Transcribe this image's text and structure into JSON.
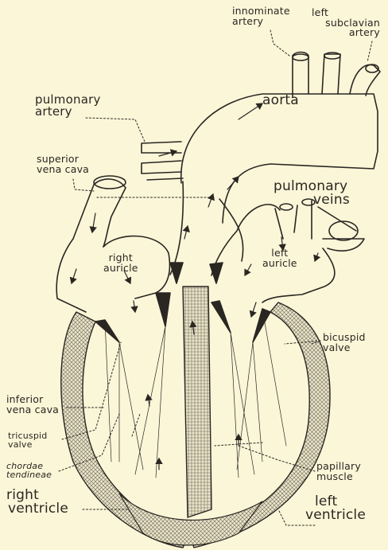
{
  "labels": {
    "innominate_artery": [
      "innominate",
      "artery"
    ],
    "left_subclavian_artery": [
      "left",
      "subclavian",
      "artery"
    ],
    "aorta": "aorta",
    "pulmonary_artery": [
      "pulmonary",
      "artery"
    ],
    "superior_vena_cava": [
      "superior",
      "vena cava"
    ],
    "pulmonary_veins": [
      "pulmonary",
      "veins"
    ],
    "left_auricle": [
      "left",
      "auricle"
    ],
    "right_auricle": [
      "right",
      "auricle"
    ],
    "bicuspid_valve": [
      "bicuspid",
      "valve"
    ],
    "inferior_vena_cava": [
      "inferior",
      "vena cava"
    ],
    "tricuspid_valve": [
      "tricuspid",
      "valve"
    ],
    "chordae_tendineae": [
      "chordae",
      "tendineae"
    ],
    "right_ventricle": [
      "right",
      "ventricle"
    ],
    "papillary_muscle": [
      "papillary",
      "muscle"
    ],
    "left_ventricle": [
      "left",
      "ventricle"
    ]
  },
  "colors": {
    "background": "#fbf6d8",
    "ink": "#2a2622",
    "muscle_wall": "#9a9388"
  }
}
